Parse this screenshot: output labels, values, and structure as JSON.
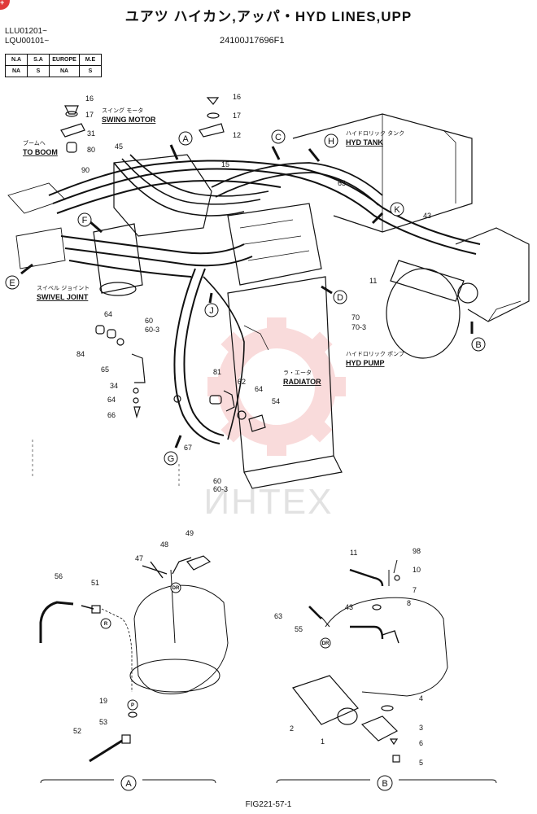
{
  "title": "ユアツ ハイカン,アッパ・HYD LINES,UPP",
  "serials": [
    "LLU01201~",
    "LQU00101~"
  ],
  "part_number": "24100J17696F1",
  "marker_label": "+",
  "market_table": {
    "headers": [
      "N.A",
      "S.A",
      "EUROPE",
      "M.E"
    ],
    "values": [
      "NA",
      "S",
      "NA",
      "S"
    ]
  },
  "labels": {
    "swing_motor_jp": "スイング モータ",
    "swing_motor": "SWING MOTOR",
    "to_boom_jp": "ブームへ",
    "to_boom": "TO BOOM",
    "hyd_tank_jp": "ハイドロリック タンク",
    "hyd_tank": "HYD TANK",
    "swivel_joint_jp": "スイベル ジョイント",
    "swivel_joint": "SWIVEL JOINT",
    "radiator_jp": "ラ・エータ",
    "radiator": "RADIATOR",
    "hyd_pump_jp": "ハイドロリック ポンプ",
    "hyd_pump": "HYD PUMP"
  },
  "view_letters": [
    "A",
    "B",
    "C",
    "D",
    "E",
    "F",
    "G",
    "H",
    "J",
    "K"
  ],
  "part_numbers_main": [
    "16",
    "17",
    "31",
    "80",
    "90",
    "45",
    "16",
    "17",
    "12",
    "15",
    "63",
    "43",
    "11",
    "70",
    "70-3",
    "60",
    "60-3",
    "64",
    "84",
    "65",
    "34",
    "64",
    "66",
    "81",
    "62",
    "64",
    "54",
    "67",
    "60",
    "60-3"
  ],
  "detail_a": {
    "parts": [
      "56",
      "51",
      "47",
      "48",
      "49",
      "19",
      "53",
      "52"
    ],
    "badges": [
      "R",
      "DR",
      "P"
    ],
    "caption": "A"
  },
  "detail_b": {
    "parts": [
      "11",
      "98",
      "10",
      "7",
      "8",
      "63",
      "55",
      "43",
      "4",
      "3",
      "6",
      "5",
      "2",
      "1"
    ],
    "badges": [
      "DR"
    ],
    "caption": "B"
  },
  "watermark": "ИНТЕХ",
  "figure_ref": "FIG221-57-1"
}
